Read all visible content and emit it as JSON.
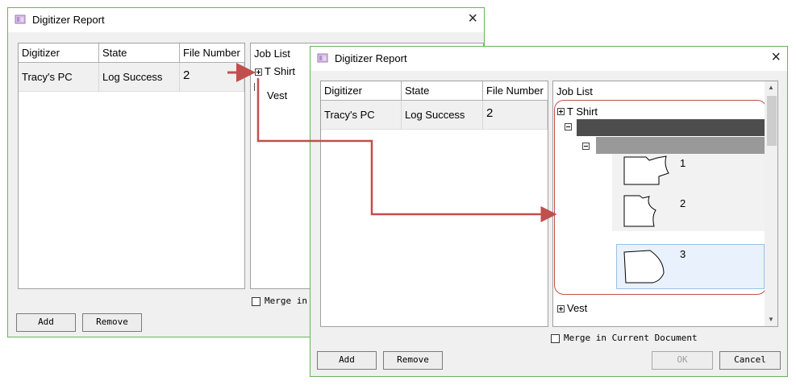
{
  "back_dialog": {
    "title": "Digitizer Report",
    "table": {
      "headers": [
        "Digitizer",
        "State",
        "File Number"
      ],
      "rows": [
        {
          "digitizer": "Tracy's PC",
          "state": "Log Success",
          "file_number": "2"
        }
      ]
    },
    "job_list": {
      "label": "Job List",
      "items": [
        "T Shirt",
        "Vest"
      ]
    },
    "merge_label": "Merge in",
    "add_label": "Add",
    "remove_label": "Remove"
  },
  "front_dialog": {
    "title": "Digitizer Report",
    "table": {
      "headers": [
        "Digitizer",
        "State",
        "File Number"
      ],
      "rows": [
        {
          "digitizer": "Tracy's PC",
          "state": "Log Success",
          "file_number": "2"
        }
      ]
    },
    "job_list": {
      "label": "Job List",
      "items": [
        "T Shirt",
        "Vest"
      ],
      "pieces": [
        "1",
        "2",
        "3"
      ]
    },
    "merge_label": "Merge in Current Document",
    "add_label": "Add",
    "remove_label": "Remove",
    "ok_label": "OK",
    "cancel_label": "Cancel"
  },
  "annotation_color": "#c0504d",
  "icons": [
    "app-icon",
    "close-icon",
    "expand-plus-icon",
    "collapse-minus-icon",
    "scroll-up-icon",
    "scroll-down-icon",
    "arrow-annotation-icon"
  ]
}
